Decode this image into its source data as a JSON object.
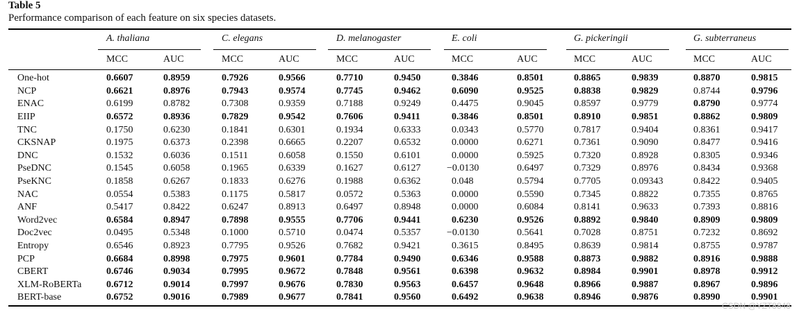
{
  "table_title": "Table 5",
  "table_caption": "Performance comparison of each feature on six species datasets.",
  "species": [
    "A. thaliana",
    "C. elegans",
    "D. melanogaster",
    "E. coli",
    "G. pickeringii",
    "G. subterraneus"
  ],
  "metric_headers": [
    "MCC",
    "AUC"
  ],
  "rows": [
    {
      "feature": "One-hot",
      "values": [
        "0.6607",
        "0.8959",
        "0.7926",
        "0.9566",
        "0.7710",
        "0.9450",
        "0.3846",
        "0.8501",
        "0.8865",
        "0.9839",
        "0.8870",
        "0.9815"
      ],
      "bold": [
        1,
        1,
        1,
        1,
        1,
        1,
        1,
        1,
        1,
        1,
        1,
        1
      ]
    },
    {
      "feature": "NCP",
      "values": [
        "0.6621",
        "0.8976",
        "0.7943",
        "0.9574",
        "0.7745",
        "0.9462",
        "0.6090",
        "0.9525",
        "0.8838",
        "0.9829",
        "0.8744",
        "0.9796"
      ],
      "bold": [
        1,
        1,
        1,
        1,
        1,
        1,
        1,
        1,
        1,
        1,
        0,
        1
      ]
    },
    {
      "feature": "ENAC",
      "values": [
        "0.6199",
        "0.8782",
        "0.7308",
        "0.9359",
        "0.7188",
        "0.9249",
        "0.4475",
        "0.9045",
        "0.8597",
        "0.9779",
        "0.8790",
        "0.9774"
      ],
      "bold": [
        0,
        0,
        0,
        0,
        0,
        0,
        0,
        0,
        0,
        0,
        1,
        0
      ]
    },
    {
      "feature": "EIIP",
      "values": [
        "0.6572",
        "0.8936",
        "0.7829",
        "0.9542",
        "0.7606",
        "0.9411",
        "0.3846",
        "0.8501",
        "0.8910",
        "0.9851",
        "0.8862",
        "0.9809"
      ],
      "bold": [
        1,
        1,
        1,
        1,
        1,
        1,
        1,
        1,
        1,
        1,
        1,
        1
      ]
    },
    {
      "feature": "TNC",
      "values": [
        "0.1750",
        "0.6230",
        "0.1841",
        "0.6301",
        "0.1934",
        "0.6333",
        "0.0343",
        "0.5770",
        "0.7817",
        "0.9404",
        "0.8361",
        "0.9417"
      ],
      "bold": [
        0,
        0,
        0,
        0,
        0,
        0,
        0,
        0,
        0,
        0,
        0,
        0
      ]
    },
    {
      "feature": "CKSNAP",
      "values": [
        "0.1975",
        "0.6373",
        "0.2398",
        "0.6665",
        "0.2207",
        "0.6532",
        "0.0000",
        "0.6271",
        "0.7361",
        "0.9090",
        "0.8477",
        "0.9416"
      ],
      "bold": [
        0,
        0,
        0,
        0,
        0,
        0,
        0,
        0,
        0,
        0,
        0,
        0
      ]
    },
    {
      "feature": "DNC",
      "values": [
        "0.1532",
        "0.6036",
        "0.1511",
        "0.6058",
        "0.1550",
        "0.6101",
        "0.0000",
        "0.5925",
        "0.7320",
        "0.8928",
        "0.8305",
        "0.9346"
      ],
      "bold": [
        0,
        0,
        0,
        0,
        0,
        0,
        0,
        0,
        0,
        0,
        0,
        0
      ]
    },
    {
      "feature": "PseDNC",
      "values": [
        "0.1545",
        "0.6058",
        "0.1965",
        "0.6339",
        "0.1627",
        "0.6127",
        "−0.0130",
        "0.6497",
        "0.7329",
        "0.8976",
        "0.8434",
        "0.9368"
      ],
      "bold": [
        0,
        0,
        0,
        0,
        0,
        0,
        0,
        0,
        0,
        0,
        0,
        0
      ]
    },
    {
      "feature": "PseKNC",
      "values": [
        "0.1858",
        "0.6267",
        "0.1833",
        "0.6276",
        "0.1988",
        "0.6362",
        "0.048",
        "0.5794",
        "0.7705",
        "0.09343",
        "0.8422",
        "0.9405"
      ],
      "bold": [
        0,
        0,
        0,
        0,
        0,
        0,
        0,
        0,
        0,
        0,
        0,
        0
      ]
    },
    {
      "feature": "NAC",
      "values": [
        "0.0554",
        "0.5383",
        "0.1175",
        "0.5817",
        "0.0572",
        "0.5363",
        "0.0000",
        "0.5590",
        "0.7345",
        "0.8822",
        "0.7355",
        "0.8765"
      ],
      "bold": [
        0,
        0,
        0,
        0,
        0,
        0,
        0,
        0,
        0,
        0,
        0,
        0
      ]
    },
    {
      "feature": "ANF",
      "values": [
        "0.5417",
        "0.8422",
        "0.6247",
        "0.8913",
        "0.6497",
        "0.8948",
        "0.0000",
        "0.6084",
        "0.8141",
        "0.9633",
        "0.7393",
        "0.8816"
      ],
      "bold": [
        0,
        0,
        0,
        0,
        0,
        0,
        0,
        0,
        0,
        0,
        0,
        0
      ]
    },
    {
      "feature": "Word2vec",
      "values": [
        "0.6584",
        "0.8947",
        "0.7898",
        "0.9555",
        "0.7706",
        "0.9441",
        "0.6230",
        "0.9526",
        "0.8892",
        "0.9840",
        "0.8909",
        "0.9809"
      ],
      "bold": [
        1,
        1,
        1,
        1,
        1,
        1,
        1,
        1,
        1,
        1,
        1,
        1
      ]
    },
    {
      "feature": "Doc2vec",
      "values": [
        "0.0495",
        "0.5348",
        "0.1000",
        "0.5710",
        "0.0474",
        "0.5357",
        "−0.0130",
        "0.5641",
        "0.7028",
        "0.8751",
        "0.7232",
        "0.8692"
      ],
      "bold": [
        0,
        0,
        0,
        0,
        0,
        0,
        0,
        0,
        0,
        0,
        0,
        0
      ]
    },
    {
      "feature": "Entropy",
      "values": [
        "0.6546",
        "0.8923",
        "0.7795",
        "0.9526",
        "0.7682",
        "0.9421",
        "0.3615",
        "0.8495",
        "0.8639",
        "0.9814",
        "0.8755",
        "0.9787"
      ],
      "bold": [
        0,
        0,
        0,
        0,
        0,
        0,
        0,
        0,
        0,
        0,
        0,
        0
      ]
    },
    {
      "feature": "PCP",
      "values": [
        "0.6684",
        "0.8998",
        "0.7975",
        "0.9601",
        "0.7784",
        "0.9490",
        "0.6346",
        "0.9588",
        "0.8873",
        "0.9882",
        "0.8916",
        "0.9888"
      ],
      "bold": [
        1,
        1,
        1,
        1,
        1,
        1,
        1,
        1,
        1,
        1,
        1,
        1
      ]
    },
    {
      "feature": "CBERT",
      "values": [
        "0.6746",
        "0.9034",
        "0.7995",
        "0.9672",
        "0.7848",
        "0.9561",
        "0.6398",
        "0.9632",
        "0.8984",
        "0.9901",
        "0.8978",
        "0.9912"
      ],
      "bold": [
        1,
        1,
        1,
        1,
        1,
        1,
        1,
        1,
        1,
        1,
        1,
        1
      ]
    },
    {
      "feature": "XLM-RoBERTa",
      "values": [
        "0.6712",
        "0.9014",
        "0.7997",
        "0.9676",
        "0.7830",
        "0.9563",
        "0.6457",
        "0.9648",
        "0.8966",
        "0.9887",
        "0.8967",
        "0.9896"
      ],
      "bold": [
        1,
        1,
        1,
        1,
        1,
        1,
        1,
        1,
        1,
        1,
        1,
        1
      ]
    },
    {
      "feature": "BERT-base",
      "values": [
        "0.6752",
        "0.9016",
        "0.7989",
        "0.9677",
        "0.7841",
        "0.9560",
        "0.6492",
        "0.9638",
        "0.8946",
        "0.9876",
        "0.8990",
        "0.9901"
      ],
      "bold": [
        1,
        1,
        1,
        1,
        1,
        1,
        1,
        1,
        1,
        1,
        1,
        1
      ]
    }
  ],
  "watermark": "CSDN @YZT8848"
}
